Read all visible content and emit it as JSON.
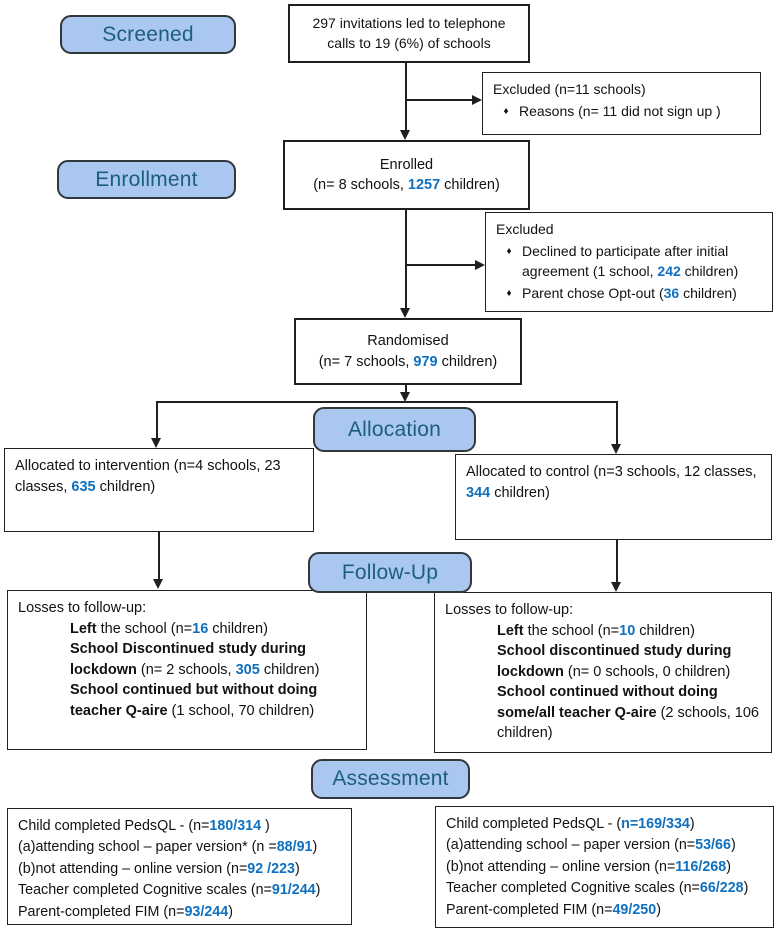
{
  "colors": {
    "accent_blue": "#0f70c0",
    "pill_fill": "#aac7f0",
    "pill_text": "#1c5f7c",
    "line_black": "#1f1f1f"
  },
  "icons": {
    "diamond_bullet": "♦",
    "arrowhead": "filled-triangle"
  },
  "stage_labels": {
    "screened": "Screened",
    "enrollment": "Enrollment",
    "allocation": "Allocation",
    "followup": "Follow-Up",
    "assessment": "Assessment"
  },
  "top_box": {
    "lines": [
      "297 invitations led to telephone",
      "calls to 19 (6%) of schools"
    ]
  },
  "excluded1": {
    "title": "Excluded (n=11 schools)",
    "bullet": [
      {
        "t": "Reasons (n= 11 did not sign up )"
      }
    ]
  },
  "enrolled": {
    "line1": "Enrolled",
    "line2": [
      {
        "t": "(n= 8 schools, "
      },
      {
        "t": "1257",
        "b": 1,
        "c": 1
      },
      {
        "t": " children)"
      }
    ]
  },
  "excluded2": {
    "title": "Excluded",
    "bullets": [
      [
        {
          "t": "Declined to participate after initial agreement (1 school, "
        },
        {
          "t": "242",
          "b": 1,
          "c": 1
        },
        {
          "t": " children)"
        }
      ],
      [
        {
          "t": "Parent chose Opt-out ("
        },
        {
          "t": "36",
          "b": 1,
          "c": 1
        },
        {
          "t": " children)"
        }
      ]
    ]
  },
  "randomised": {
    "line1": "Randomised",
    "line2": [
      {
        "t": "(n= 7 schools, "
      },
      {
        "t": "979",
        "b": 1,
        "c": 1
      },
      {
        "t": " children)"
      }
    ]
  },
  "alloc_left": {
    "text": [
      {
        "t": "Allocated to intervention (n=4 schools, 23 classes, "
      },
      {
        "t": "635",
        "b": 1,
        "c": 1
      },
      {
        "t": " children)"
      }
    ]
  },
  "alloc_right": {
    "text": [
      {
        "t": "Allocated to control (n=3 schools, 12 classes, "
      },
      {
        "t": "344",
        "b": 1,
        "c": 1
      },
      {
        "t": " children)"
      }
    ]
  },
  "losses_left": {
    "title": "Losses to follow-up:",
    "lines": [
      [
        {
          "t": "Left",
          "b": 1
        },
        {
          "t": " the school (n="
        },
        {
          "t": "16",
          "b": 1,
          "c": 1
        },
        {
          "t": " children)"
        }
      ],
      [
        {
          "t": "School Discontinued study during lockdown",
          "b": 1
        },
        {
          "t": " (n= 2 schools, "
        },
        {
          "t": "305",
          "b": 1,
          "c": 1
        },
        {
          "t": " children)"
        }
      ],
      [
        {
          "t": "School continued but without doing teacher Q-aire",
          "b": 1
        },
        {
          "t": " (1 school, 70 children)"
        }
      ]
    ]
  },
  "losses_right": {
    "title": "Losses to follow-up:",
    "lines": [
      [
        {
          "t": "Left",
          "b": 1
        },
        {
          "t": " the school (n="
        },
        {
          "t": "10",
          "b": 1,
          "c": 1
        },
        {
          "t": " children)"
        }
      ],
      [
        {
          "t": "School discontinued study during lockdown",
          "b": 1
        },
        {
          "t": " (n= 0 schools, 0 children)"
        }
      ],
      [
        {
          "t": "School continued without doing some/all teacher Q-aire",
          "b": 1
        },
        {
          "t": " (2 schools, 106 children)"
        }
      ]
    ]
  },
  "assess_left": {
    "lines": [
      [
        {
          "t": "Child completed PedsQL - (n="
        },
        {
          "t": "180/314",
          "b": 1,
          "c": 1
        },
        {
          "t": " )"
        }
      ],
      [
        {
          "t": "(a)attending school – paper version* (n ="
        },
        {
          "t": "88/91",
          "b": 1,
          "c": 1
        },
        {
          "t": ")"
        }
      ],
      [
        {
          "t": "(b)not attending – online version (n="
        },
        {
          "t": "92 /223",
          "b": 1,
          "c": 1
        },
        {
          "t": ")"
        }
      ],
      [
        {
          "t": "Teacher completed Cognitive scales (n="
        },
        {
          "t": "91/244",
          "b": 1,
          "c": 1
        },
        {
          "t": ")"
        }
      ],
      [
        {
          "t": "Parent-completed FIM (n="
        },
        {
          "t": "93/244",
          "b": 1,
          "c": 1
        },
        {
          "t": ")"
        }
      ]
    ]
  },
  "assess_right": {
    "lines": [
      [
        {
          "t": "Child completed PedsQL - ("
        },
        {
          "t": "n=169/334",
          "b": 1,
          "c": 1
        },
        {
          "t": ")"
        }
      ],
      [
        {
          "t": "(a)attending school – paper version (n="
        },
        {
          "t": "53/66",
          "b": 1,
          "c": 1
        },
        {
          "t": ")"
        }
      ],
      [
        {
          "t": "(b)not attending – online version (n="
        },
        {
          "t": "116/268",
          "b": 1,
          "c": 1
        },
        {
          "t": ")"
        }
      ],
      [
        {
          "t": "Teacher completed Cognitive scales (n="
        },
        {
          "t": "66/228",
          "b": 1,
          "c": 1
        },
        {
          "t": ")"
        }
      ],
      [
        {
          "t": "Parent-completed FIM (n="
        },
        {
          "t": "49/250",
          "b": 1,
          "c": 1
        },
        {
          "t": ")"
        }
      ]
    ]
  }
}
